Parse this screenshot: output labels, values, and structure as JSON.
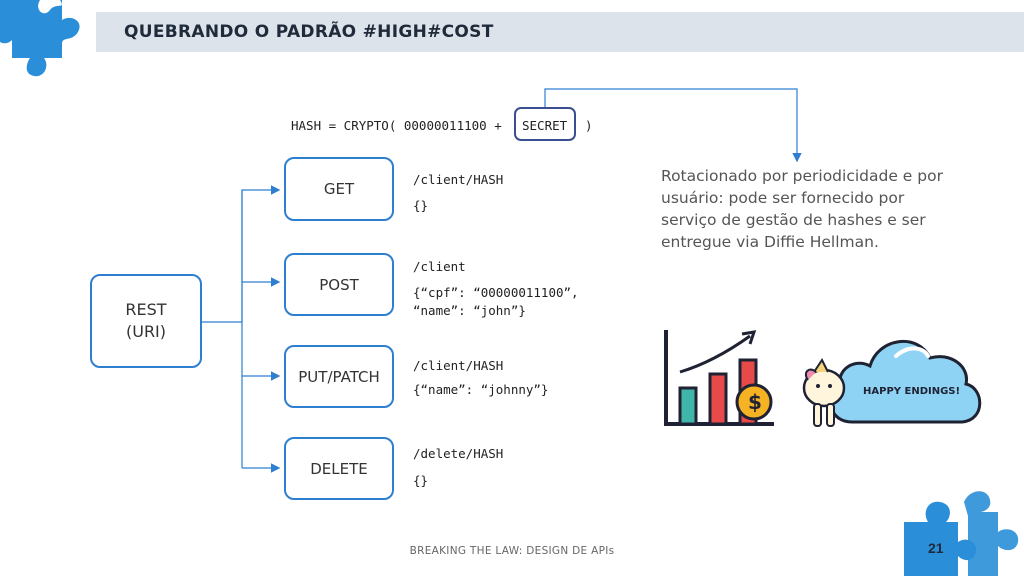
{
  "header": {
    "title": "QUEBRANDO O PADRÃO #HIGH#COST"
  },
  "diagram": {
    "root_label_line1": "REST",
    "root_label_line2": "(URI)",
    "methods": [
      "GET",
      "POST",
      "PUT/PATCH",
      "DELETE"
    ],
    "hash_formula": "HASH = CRYPTO( 00000011100 +",
    "secret_label": "SECRET",
    "close_paren": ")",
    "get_path": "/client/HASH",
    "get_body": "{}",
    "post_path": "/client",
    "post_body": "{“cpf”: “00000011100”,\n“name”: “john”}",
    "put_path": "/client/HASH",
    "put_body": "{“name”: “johnny”}",
    "delete_path": "/delete/HASH",
    "delete_body": "{}"
  },
  "description": "Rotacionado por periodicidade e por usuário: pode ser fornecido por serviço de gestão de hashes e ser entregue via Diffie Hellman.",
  "cloud_text": "HAPPY ENDINGS!",
  "footer": {
    "text": "BREAKING THE LAW: DESIGN DE APIs",
    "page": "21"
  },
  "colors": {
    "accent": "#2f7fd1",
    "puzzle": "#2a8fd8",
    "title_bar": "#dde3ea"
  }
}
